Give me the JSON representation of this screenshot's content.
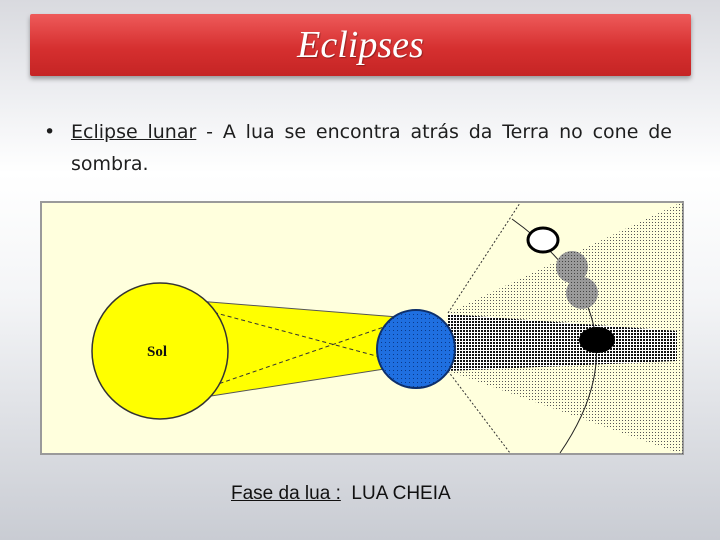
{
  "title": "Eclipses",
  "bullet": {
    "term": "Eclipse lunar",
    "text": " - A lua se encontra atrás da Terra no cone de sombra."
  },
  "diagram": {
    "sun_label": "Sol",
    "colors": {
      "sun": "#ffff00",
      "earth": "#1f6fe0",
      "moon_eclipsed": "#000000",
      "background": "#ffffdd"
    }
  },
  "caption": {
    "prefix": "Fase da lua :",
    "value": "LUA CHEIA"
  }
}
